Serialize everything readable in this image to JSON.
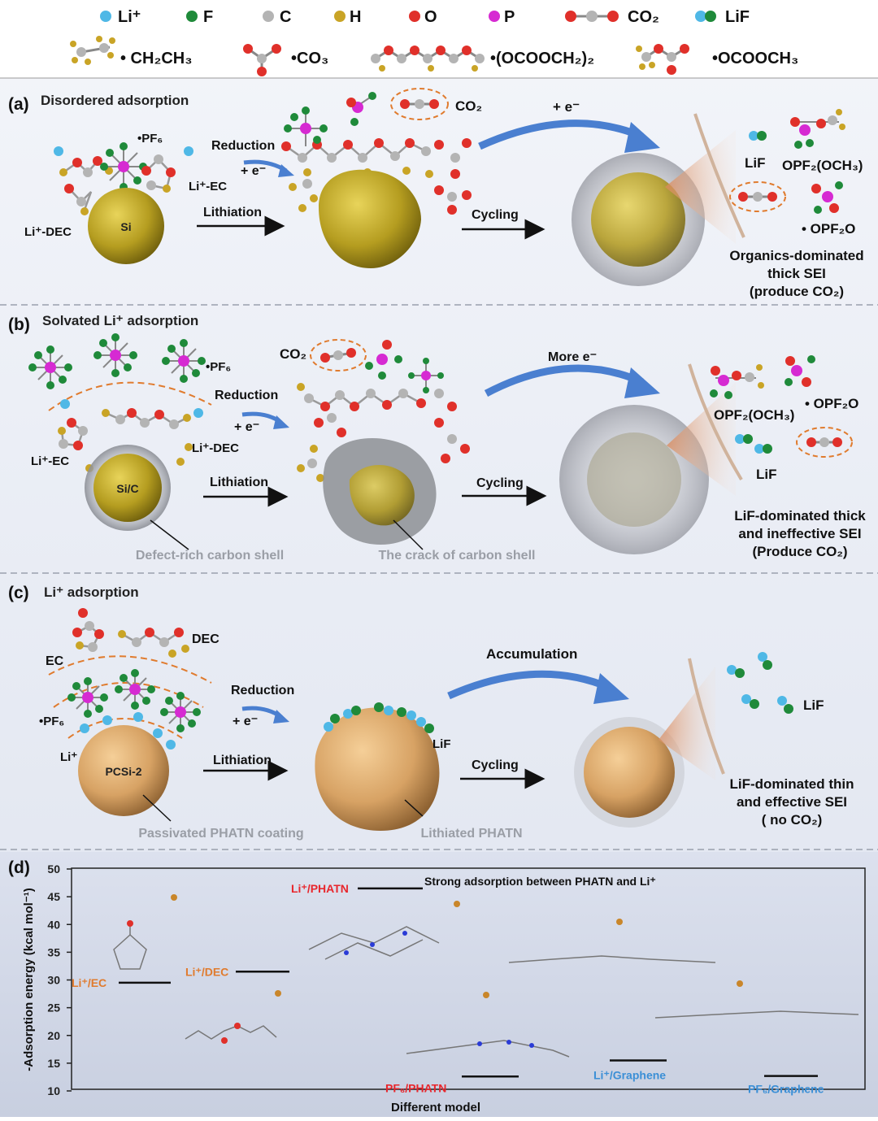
{
  "legend": {
    "row1": [
      "Li⁺",
      "F",
      "C",
      "H",
      "O",
      "P",
      "CO₂",
      "LiF"
    ],
    "row2": [
      "• CH₂CH₃",
      "•CO₃",
      "•(OCOOCH₂)₂",
      "•OCOOCH₃"
    ]
  },
  "panel_a": {
    "letter": "(a)",
    "title": "Disordered adsorption",
    "pf6": "•PF₆",
    "li_dec": "Li⁺-DEC",
    "li_ec": "Li⁺-EC",
    "core": "Si",
    "reduction": "Reduction",
    "plus_e": "+ e⁻",
    "lithiation": "Lithiation",
    "co2": "CO₂",
    "top_arrow": "+ e⁻",
    "cycling": "Cycling",
    "lif": "LiF",
    "opf2och3": "OPF₂(OCH₃)",
    "opf2o": "• OPF₂O",
    "desc": [
      "Organics-dominated",
      "thick SEI",
      "(produce CO₂)"
    ]
  },
  "panel_b": {
    "letter": "(b)",
    "title": "Solvated Li⁺ adsorption",
    "pf6": "•PF₆",
    "co2": "CO₂",
    "reduction": "Reduction",
    "plus_e": "+ e⁻",
    "li_ec": "Li⁺-EC",
    "li_dec": "Li⁺-DEC",
    "core": "Si/C",
    "lithiation": "Lithiation",
    "cycling": "Cycling",
    "top_arrow": "More e⁻",
    "opf2och3": "OPF₂(OCH₃)",
    "opf2o": "• OPF₂O",
    "lif": "LiF",
    "shell_label": "Defect-rich carbon shell",
    "crack_label": "The crack of carbon shell",
    "desc": [
      "LiF-dominated thick",
      "and ineffective SEI",
      "(Produce CO₂)"
    ]
  },
  "panel_c": {
    "letter": "(c)",
    "title": "Li⁺ adsorption",
    "ec": "EC",
    "dec": "DEC",
    "pf6": "•PF₆",
    "li": "Li⁺",
    "core": "PCSi-2",
    "reduction": "Reduction",
    "plus_e": "+ e⁻",
    "lithiation": "Lithiation",
    "lif_surface": "LiF",
    "cycling": "Cycling",
    "top_arrow": "Accumulation",
    "lif": "LiF",
    "coating_label": "Passivated PHATN coating",
    "lithiated_label": "Lithiated PHATN",
    "desc": [
      "LiF-dominated thin",
      "and effective SEI",
      "( no CO₂)"
    ]
  },
  "panel_d": {
    "letter": "(d)",
    "ylabel": "-Adsorption energy (kcal mol⁻¹)",
    "xlabel": "Different model",
    "annotation": "Strong adsorption between PHATN and Li⁺"
  },
  "chart_data": {
    "type": "bar",
    "categories": [
      "Li⁺/EC",
      "Li⁺/DEC",
      "Li⁺/PHATN",
      "PF₆/PHATN",
      "Li⁺/Graphene",
      "PF₆/Graphene"
    ],
    "values": [
      29.5,
      31.5,
      46.5,
      12.6,
      15.5,
      12.7
    ],
    "category_colors": [
      "#e07b2e",
      "#e07b2e",
      "#e8262c",
      "#e8262c",
      "#3b8fd6",
      "#3b8fd6"
    ],
    "xlabel": "Different model",
    "ylabel": "-Adsorption energy (kcal mol⁻¹)",
    "ylim": [
      10,
      50
    ],
    "yticks": [
      10,
      15,
      20,
      25,
      30,
      35,
      40,
      45,
      50
    ]
  },
  "colors": {
    "li": "#4fb8e6",
    "f": "#1f8a3a",
    "c": "#b4b4b4",
    "h": "#c9a426",
    "o": "#e0302a",
    "p": "#d62ad2",
    "arrow": "#4a7fd0",
    "si_core": "#b59d20",
    "pcsi_core": "#d7a264"
  }
}
